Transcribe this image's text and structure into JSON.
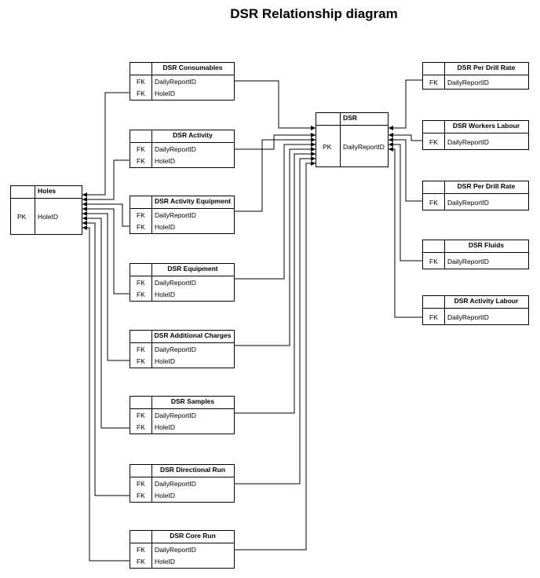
{
  "title": "DSR Relationship diagram",
  "tables": {
    "dsr": {
      "name": "DSR",
      "rows": [
        {
          "key": "PK",
          "field": "DailyReportID"
        }
      ]
    },
    "holes": {
      "name": "Holes",
      "rows": [
        {
          "key": "PK",
          "field": "HoleID"
        }
      ]
    },
    "consumables": {
      "name": "DSR Consumables",
      "rows": [
        {
          "key": "FK",
          "field": "DailyReportID"
        },
        {
          "key": "FK",
          "field": "HoleID"
        }
      ]
    },
    "activity": {
      "name": "DSR Activity",
      "rows": [
        {
          "key": "FK",
          "field": "DailyReportID"
        },
        {
          "key": "FK",
          "field": "HoleID"
        }
      ]
    },
    "activity_equipment": {
      "name": "DSR Activity Equipment",
      "rows": [
        {
          "key": "FK",
          "field": "DailyReportID"
        },
        {
          "key": "FK",
          "field": "HoleID"
        }
      ]
    },
    "equipment": {
      "name": "DSR Equipment",
      "rows": [
        {
          "key": "FK",
          "field": "DailyReportID"
        },
        {
          "key": "FK",
          "field": "HoleID"
        }
      ]
    },
    "additional_charges": {
      "name": "DSR Additional Charges",
      "rows": [
        {
          "key": "FK",
          "field": "DailyReportID"
        },
        {
          "key": "FK",
          "field": "HoleID"
        }
      ]
    },
    "samples": {
      "name": "DSR Samples",
      "rows": [
        {
          "key": "FK",
          "field": "DailyReportID"
        },
        {
          "key": "FK",
          "field": "HoleID"
        }
      ]
    },
    "directional_run": {
      "name": "DSR Directional Run",
      "rows": [
        {
          "key": "FK",
          "field": "DailyReportID"
        },
        {
          "key": "FK",
          "field": "HoleID"
        }
      ]
    },
    "core_run": {
      "name": "DSR Core Run",
      "rows": [
        {
          "key": "FK",
          "field": "DailyReportID"
        },
        {
          "key": "FK",
          "field": "HoleID"
        }
      ]
    },
    "per_drill_rate_1": {
      "name": "DSR Per Drill Rate",
      "rows": [
        {
          "key": "FK",
          "field": "DailyReportID"
        }
      ]
    },
    "workers_labour": {
      "name": "DSR Workers Labour",
      "rows": [
        {
          "key": "FK",
          "field": "DailyReportID"
        }
      ]
    },
    "per_drill_rate_2": {
      "name": "DSR Per Drill Rate",
      "rows": [
        {
          "key": "FK",
          "field": "DailyReportID"
        }
      ]
    },
    "fluids": {
      "name": "DSR Fluids",
      "rows": [
        {
          "key": "FK",
          "field": "DailyReportID"
        }
      ]
    },
    "activity_labour": {
      "name": "DSR Activity Labour",
      "rows": [
        {
          "key": "FK",
          "field": "DailyReportID"
        }
      ]
    }
  }
}
